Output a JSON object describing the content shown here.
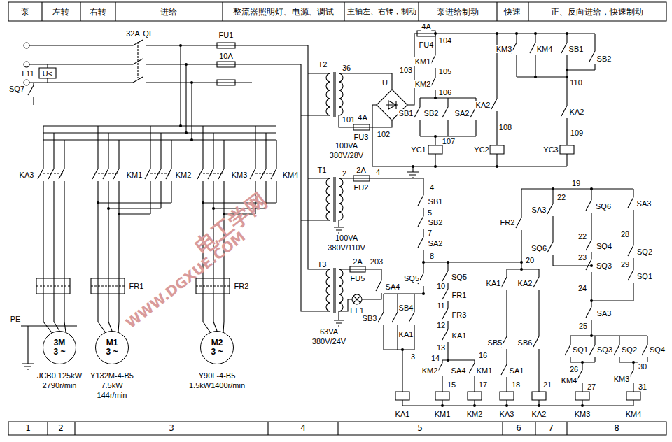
{
  "diagram": {
    "nodes": [
      {
        "text": [
          "3M",
          "3 ~"
        ]
      },
      {
        "text": [
          "M1",
          "3 ~"
        ]
      },
      {
        "text": [
          "M2",
          "3 ~"
        ]
      }
    ],
    "labels": [
      "泵",
      "左转",
      "右转",
      "进给",
      "整流器照明灯、电源、调试",
      "主轴左、右转，制动",
      "泵进给制动",
      "快速",
      "正、反向进给，快速制动",
      "32A",
      "QF",
      "FU1",
      "10A",
      "L11",
      "U<",
      "SQ7",
      "KA3",
      "KM1",
      "KM2",
      "KM3",
      "KM4",
      "FR1",
      "FR2",
      "PE",
      "JCB0.125kW",
      "2790r/min",
      "Y132M-4-B5",
      "7.5kW",
      "144r/min",
      "Y90L-4-B5",
      "1.5kW1400r/min",
      "T2",
      "36",
      "U",
      "101",
      "4A",
      "FU3",
      "102",
      "100VA",
      "380V/28V",
      "4A",
      "FU4",
      "103",
      "104",
      "KM1",
      "105",
      "KM2",
      "106",
      "SB1",
      "SB2",
      "SA2",
      "107",
      "YC1",
      "KM3",
      "KM4",
      "KA2",
      "108",
      "YC2",
      "SB1",
      "SB2",
      "110",
      "KA2",
      "109",
      "YC3",
      "T1",
      "2A",
      "2",
      "FU2",
      "4",
      "100VA",
      "380V/110V",
      "T3",
      "2A",
      "203",
      "FU5",
      "SA4",
      "EL1",
      "63VA",
      "380V/24V",
      "4",
      "SB1",
      "5",
      "SB2",
      "7",
      "SA2",
      "8",
      "SQ5",
      "10",
      "FR1",
      "11",
      "FR3",
      "12",
      "KA1",
      "13",
      "SQ5",
      "KA1",
      "SB3",
      "SB4",
      "3",
      "14",
      "SA4",
      "KM2",
      "15",
      "KM1",
      "16",
      "17",
      "SA1",
      "18",
      "KA1",
      "20",
      "KA2",
      "SB5",
      "SB6",
      "21",
      "KA1",
      "KM1",
      "KM2",
      "KA3",
      "KA2",
      "KM3",
      "KM4",
      "19",
      "22",
      "SQ6",
      "SA3",
      "FR2",
      "SA3",
      "28",
      "SQ6",
      "22",
      "SQ4",
      "SQ2",
      "23",
      "SQ3",
      "29",
      "SQ1",
      "24",
      "SA3",
      "25",
      "SQ1",
      "SQ3",
      "SQ2",
      "SQ4",
      "26",
      "KM4",
      "27",
      "30",
      "KM3",
      "31",
      "1",
      "2",
      "3",
      "4",
      "5",
      "6",
      "7",
      "8",
      "电工学网",
      "WWW.DGXUE.COM"
    ]
  }
}
